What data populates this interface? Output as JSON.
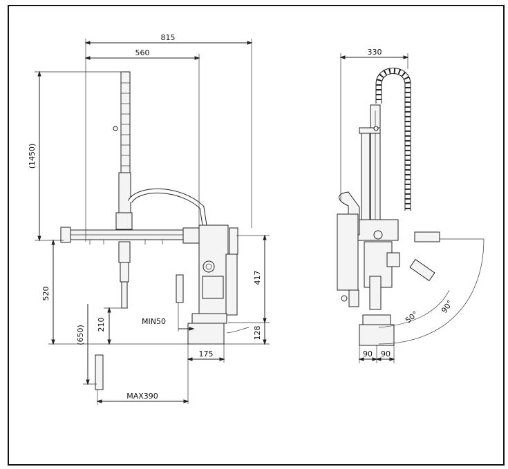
{
  "dimensions": {
    "width_815": "815",
    "width_560": "560",
    "height_1450": "(1450)",
    "height_520": "520",
    "height_650": "(650)",
    "height_210": "210",
    "min50": "MIN50",
    "max390": "MAX390",
    "base_175": "175",
    "height_417": "417",
    "height_128": "128",
    "side_330": "330",
    "side_90_left": "90",
    "side_90_right": "90",
    "angle_50": "50°",
    "angle_90": "90°"
  },
  "colors": {
    "line": "#222222",
    "background": "#ffffff"
  }
}
